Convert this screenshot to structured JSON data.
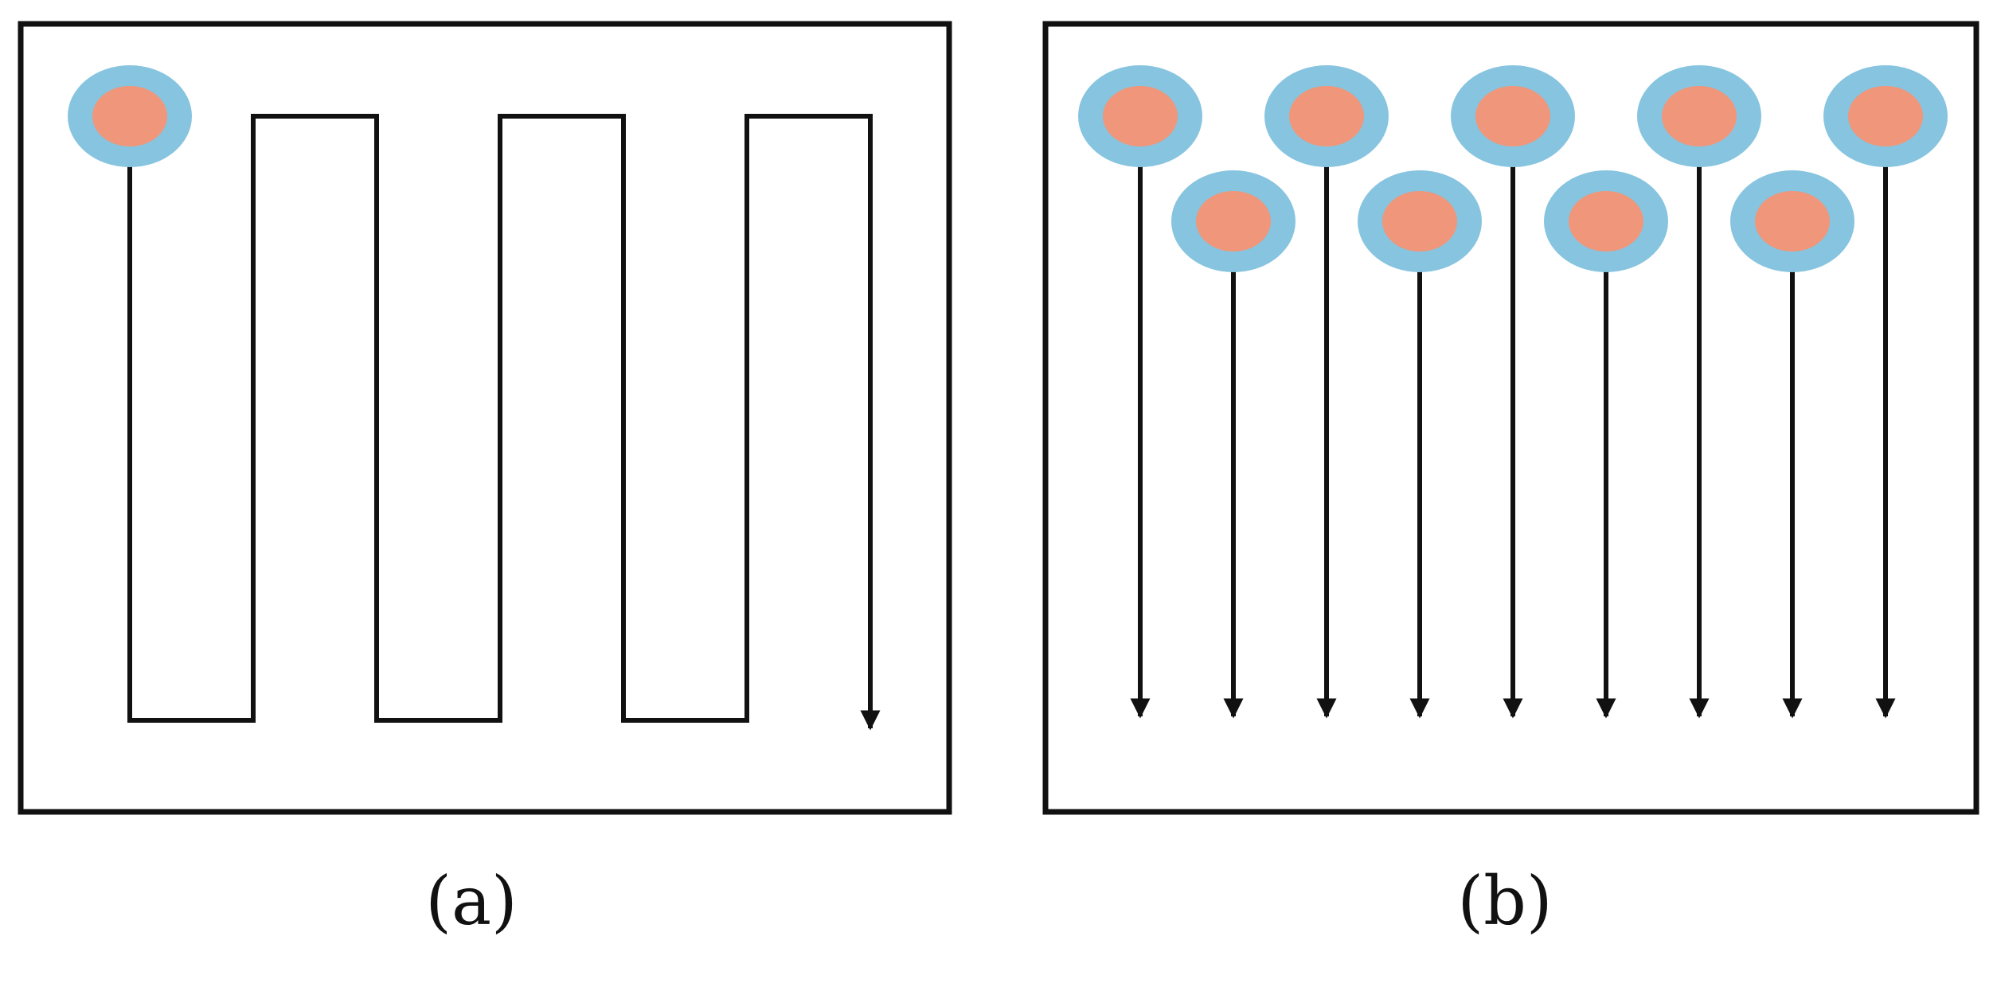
{
  "panels": [
    {
      "caption": "(a)",
      "path_style": "single serpentine path with arrowhead at end",
      "source_count": 1
    },
    {
      "caption": "(b)",
      "path_style": "parallel vertical paths with arrowheads",
      "source_count": 9
    }
  ],
  "colors": {
    "frame": "#111111",
    "path": "#111111",
    "source_outer": "#87c4df",
    "source_inner": "#f0967a"
  },
  "icons": {
    "source": "source-disc-icon",
    "arrow": "arrowhead-icon"
  }
}
